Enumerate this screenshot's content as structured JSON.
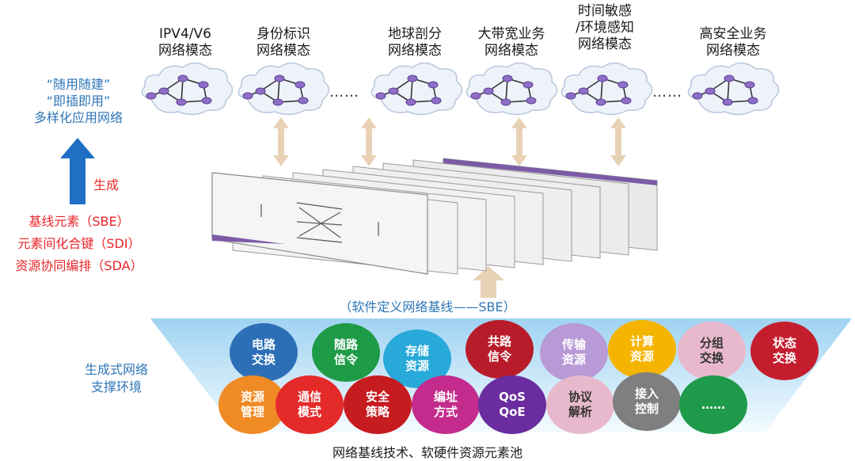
{
  "modes": [
    {
      "lines": [
        "IPV4/V6",
        "网络模态"
      ]
    },
    {
      "lines": [
        "身份标识",
        "网络模态"
      ]
    },
    {
      "lines": [
        "地球剖分",
        "网络模态"
      ]
    },
    {
      "lines": [
        "大带宽业务",
        "网络模态"
      ]
    },
    {
      "lines": [
        "时间敏感",
        "/环境感知",
        "网络模态"
      ]
    },
    {
      "lines": [
        "高安全业务",
        "网络模态"
      ]
    }
  ],
  "ellipsis": "……",
  "left_top": {
    "lines": [
      "“随用随建”",
      "“即插即用”",
      "多样化应用网络"
    ]
  },
  "generate_label": "生成",
  "left_bottom": {
    "lines": [
      "基线元素（SBE）",
      "元素间化合键（SDI）",
      "资源协同编排（SDA）"
    ]
  },
  "sbe_label": "（软件定义网络基线——SBE）",
  "env_label": {
    "lines": [
      "生成式网络",
      "支撑环境"
    ]
  },
  "bottom_label": "网络基线技术、软硬件资源元素池",
  "elements_row1": [
    {
      "lines": [
        "电路",
        "交换"
      ],
      "color": "#2d6fb7",
      "text_color": "#ffffff"
    },
    {
      "lines": [
        "随路",
        "信令"
      ],
      "color": "#1e9b46",
      "text_color": "#ffffff"
    },
    {
      "lines": [
        "存储",
        "资源"
      ],
      "color": "#27a9d9",
      "text_color": "#ffffff"
    },
    {
      "lines": [
        "共路",
        "信令"
      ],
      "color": "#b81c2a",
      "text_color": "#ffffff"
    },
    {
      "lines": [
        "传输",
        "资源"
      ],
      "color": "#b79ad6",
      "text_color": "#ffffff"
    },
    {
      "lines": [
        "计算",
        "资源"
      ],
      "color": "#f4b400",
      "text_color": "#ffffff"
    },
    {
      "lines": [
        "分组",
        "交换"
      ],
      "color": "#e8b9cc",
      "text_color": "#333333"
    },
    {
      "lines": [
        "状态",
        "交换"
      ],
      "color": "#c41e2e",
      "text_color": "#ffffff"
    }
  ],
  "elements_row2": [
    {
      "lines": [
        "资源",
        "管理"
      ],
      "color": "#f08a24",
      "text_color": "#ffffff"
    },
    {
      "lines": [
        "通信",
        "模式"
      ],
      "color": "#e52a2a",
      "text_color": "#ffffff"
    },
    {
      "lines": [
        "安全",
        "策略"
      ],
      "color": "#c61b1f",
      "text_color": "#ffffff"
    },
    {
      "lines": [
        "编址",
        "方式"
      ],
      "color": "#c32c8c",
      "text_color": "#ffffff"
    },
    {
      "lines": [
        "QoS",
        "QoE"
      ],
      "color": "#6a2c9e",
      "text_color": "#ffffff"
    },
    {
      "lines": [
        "协议",
        "解析"
      ],
      "color": "#e8b9cc",
      "text_color": "#333333"
    },
    {
      "lines": [
        "接入",
        "控制"
      ],
      "color": "#7f7f7f",
      "text_color": "#ffffff"
    },
    {
      "lines": [
        "……"
      ],
      "color": "#1f9a4a",
      "text_color": "#ffffff"
    }
  ]
}
